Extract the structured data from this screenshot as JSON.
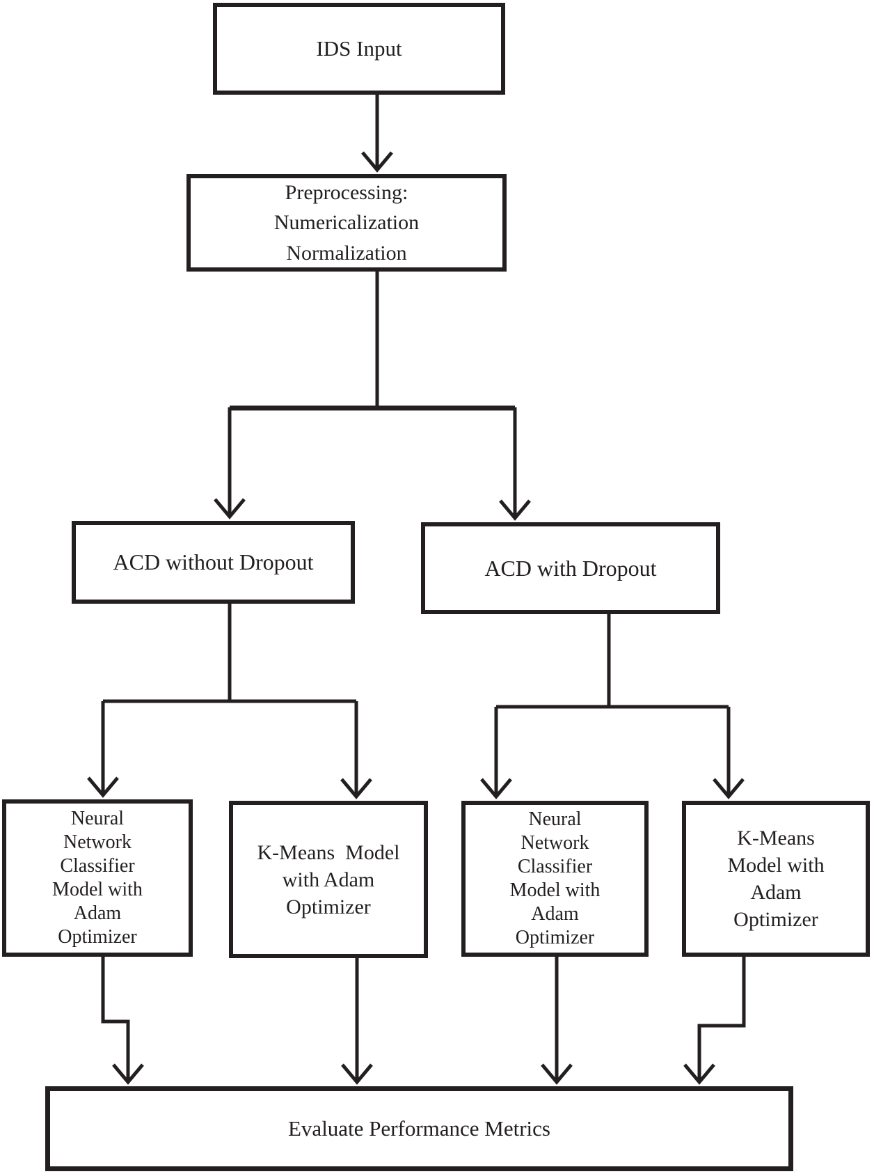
{
  "diagram": {
    "type": "flowchart",
    "colors": {
      "ink": "#231f20",
      "background": "#ffffff"
    },
    "nodes": {
      "ids_input": {
        "label": "IDS Input"
      },
      "preprocessing": {
        "lines": [
          "Preprocessing:",
          "Numericalization",
          "Normalization"
        ]
      },
      "acd_without_dropout": {
        "label": "ACD without Dropout"
      },
      "acd_with_dropout": {
        "label": "ACD with Dropout"
      },
      "nn_classifier_left": {
        "lines": [
          "Neural",
          "Network",
          "Classifier",
          "Model with",
          "Adam",
          "Optimizer"
        ]
      },
      "kmeans_left": {
        "lines": [
          "K-Means  Model",
          "with Adam",
          "Optimizer"
        ]
      },
      "nn_classifier_right": {
        "lines": [
          "Neural",
          "Network",
          "Classifier",
          "Model with",
          "Adam",
          "Optimizer"
        ]
      },
      "kmeans_right": {
        "lines": [
          "K-Means",
          "Model with",
          "Adam",
          "Optimizer"
        ]
      },
      "evaluate_metrics": {
        "label": "Evaluate Performance Metrics"
      }
    },
    "edges": [
      {
        "from": "ids_input",
        "to": "preprocessing"
      },
      {
        "from": "preprocessing",
        "to": "acd_without_dropout"
      },
      {
        "from": "preprocessing",
        "to": "acd_with_dropout"
      },
      {
        "from": "acd_without_dropout",
        "to": "nn_classifier_left"
      },
      {
        "from": "acd_without_dropout",
        "to": "kmeans_left"
      },
      {
        "from": "acd_with_dropout",
        "to": "nn_classifier_right"
      },
      {
        "from": "acd_with_dropout",
        "to": "kmeans_right"
      },
      {
        "from": "nn_classifier_left",
        "to": "evaluate_metrics"
      },
      {
        "from": "kmeans_left",
        "to": "evaluate_metrics"
      },
      {
        "from": "nn_classifier_right",
        "to": "evaluate_metrics"
      },
      {
        "from": "kmeans_right",
        "to": "evaluate_metrics"
      }
    ]
  }
}
